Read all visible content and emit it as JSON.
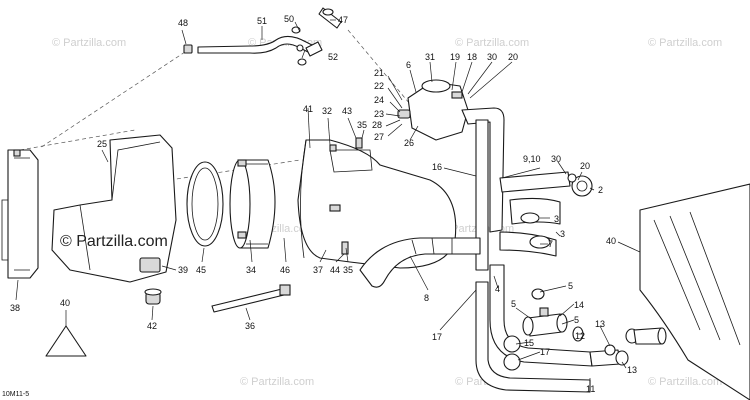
{
  "diagram": {
    "drawing_code": "10M11-5",
    "watermark_small": "© Partzilla.com",
    "watermark_big": "© Partzilla.com",
    "callouts": [
      "48",
      "51",
      "50",
      "47",
      "52",
      "31",
      "19",
      "18",
      "30",
      "20",
      "6",
      "21",
      "22",
      "24",
      "23",
      "28",
      "27",
      "26",
      "41",
      "32",
      "43",
      "35",
      "25",
      "16",
      "9,10",
      "30",
      "20",
      "2",
      "3",
      "7",
      "3",
      "40",
      "38",
      "39",
      "45",
      "34",
      "46",
      "37",
      "44",
      "35",
      "8",
      "4",
      "17",
      "5",
      "5",
      "14",
      "5",
      "12",
      "13",
      "42",
      "36",
      "40",
      "15",
      "17",
      "13",
      "11"
    ],
    "colors": {
      "line": "#1a1a1a",
      "watermark": "#cfcfcf",
      "background": "#ffffff"
    }
  }
}
